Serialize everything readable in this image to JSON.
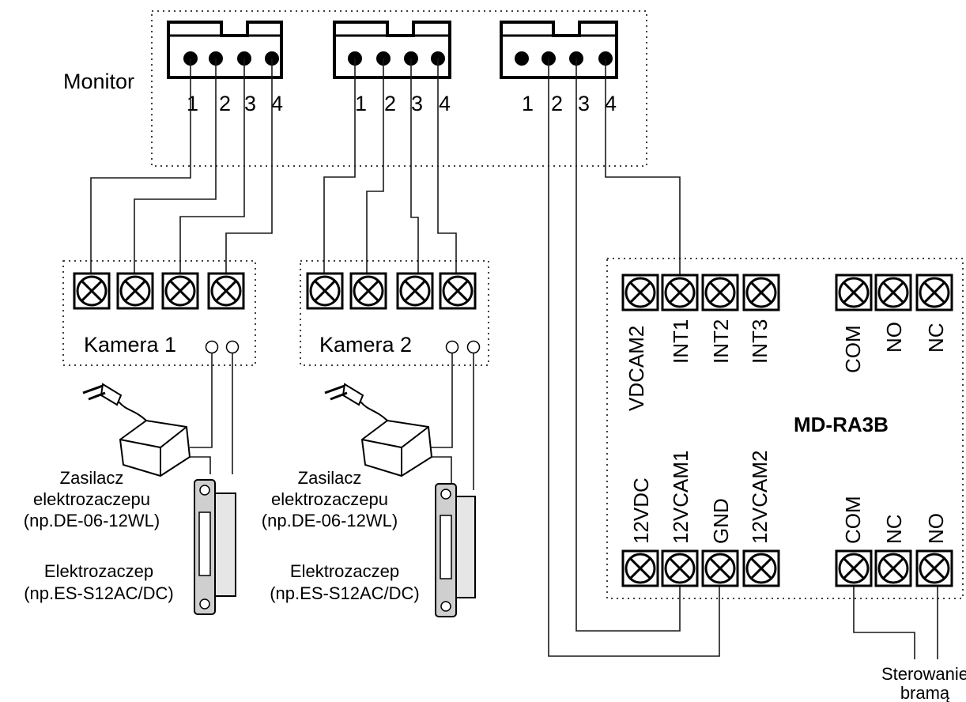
{
  "monitor_label": "Monitor",
  "connector_pins": [
    "1",
    "2",
    "3",
    "4"
  ],
  "camera1_label": "Kamera 1",
  "camera2_label": "Kamera 2",
  "psu_label": [
    "Zasilacz",
    "elektrozaczepu",
    "(np.DE-06-12WL)"
  ],
  "lock_label": [
    "Elektrozaczep",
    "(np.ES-S12AC/DC)"
  ],
  "module_label": "MD-RA3B",
  "module_top_terminals": [
    "VDCAM2",
    "INT1",
    "INT2",
    "INT3",
    "COM",
    "NO",
    "NC"
  ],
  "module_bottom_terminals": [
    "12VDC",
    "12VCAM1",
    "GND",
    "12VCAM2",
    "COM",
    "NC",
    "NO"
  ],
  "gate_label": [
    "Sterowanie",
    "bramą"
  ]
}
